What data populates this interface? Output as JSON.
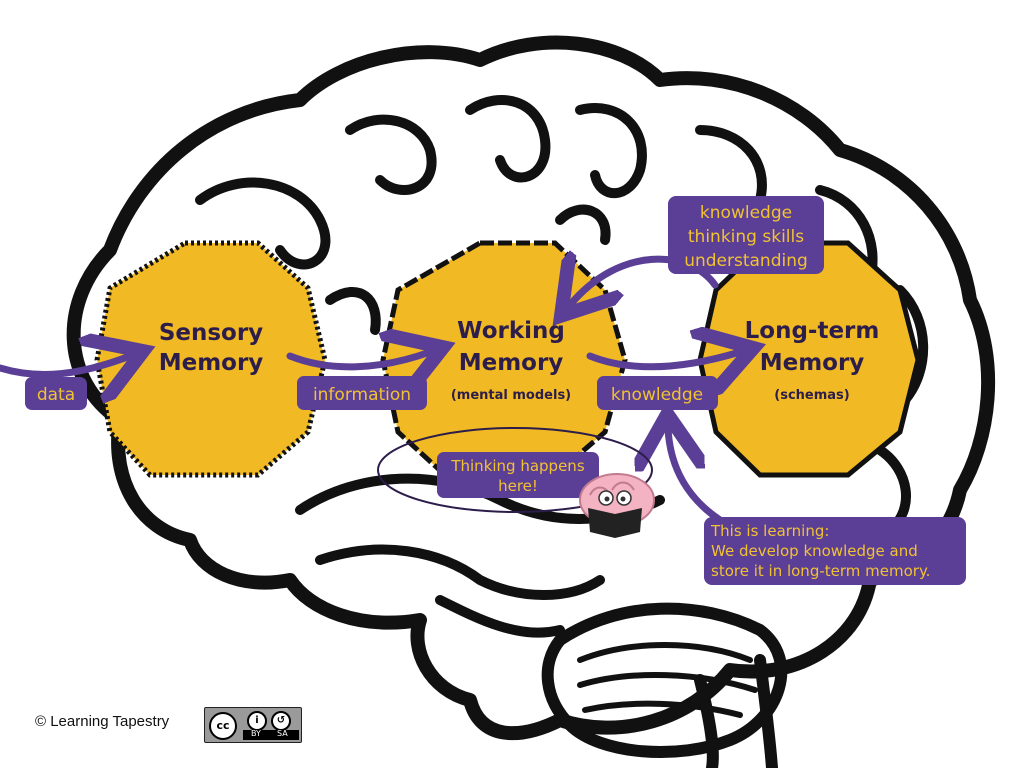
{
  "nodes": {
    "sensory": {
      "title_line1": "Sensory",
      "title_line2": "Memory"
    },
    "working": {
      "title_line1": "Working",
      "title_line2": "Memory",
      "subtitle": "(mental models)"
    },
    "longterm": {
      "title_line1": "Long-term",
      "title_line2": "Memory",
      "subtitle": "(schemas)"
    }
  },
  "flows": {
    "data": "data",
    "information": "information",
    "knowledge": "knowledge"
  },
  "retrieval": {
    "line1": "knowledge",
    "line2": "thinking skills",
    "line3": "understanding"
  },
  "thinking_note": {
    "line1": "Thinking happens",
    "line2": "here!"
  },
  "learning_note": {
    "line1": "This is learning:",
    "line2": "We develop knowledge and",
    "line3": "store it in long-term memory."
  },
  "credit": {
    "text": "© Learning Tapestry"
  },
  "license": {
    "cc": "cc",
    "by": "BY",
    "sa": "SA"
  },
  "colors": {
    "memory_fill": "#f1b924",
    "label_bg": "#5b3e96",
    "label_text": "#f1c232",
    "outline": "#111111"
  },
  "icons": [
    "brain-outline-icon",
    "reading-brain-character-icon",
    "cc-by-sa-license-icon"
  ]
}
